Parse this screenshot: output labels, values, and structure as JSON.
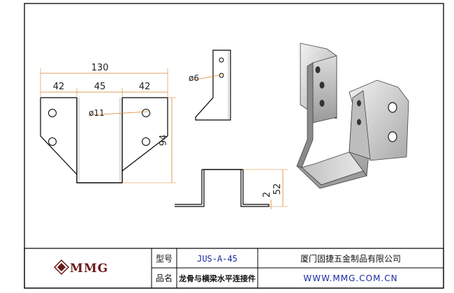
{
  "drawing": {
    "dimensions": {
      "overall_width": "130",
      "left_segment": "42",
      "middle_segment": "45",
      "right_segment": "42",
      "hole_diameter_large": "ø11",
      "hole_diameter_small": "ø6",
      "height": "94",
      "bottom_height": "52",
      "thickness": "2"
    }
  },
  "title_block": {
    "logo_text": "MMG",
    "model_label": "型号",
    "model_value": "JUS-A-45",
    "name_label": "品名",
    "name_value": "龙骨与横梁水平连接件",
    "company": "厦门固捷五金制品有限公司",
    "website": "WWW.MMG.COM.CN"
  },
  "colors": {
    "line": "#000000",
    "dimension": "#d9822b",
    "text_blue": "#1a2aa0",
    "logo": "#6a1a1a",
    "metal_light": "#d6d6d6",
    "metal_dark": "#8a8a8a"
  }
}
